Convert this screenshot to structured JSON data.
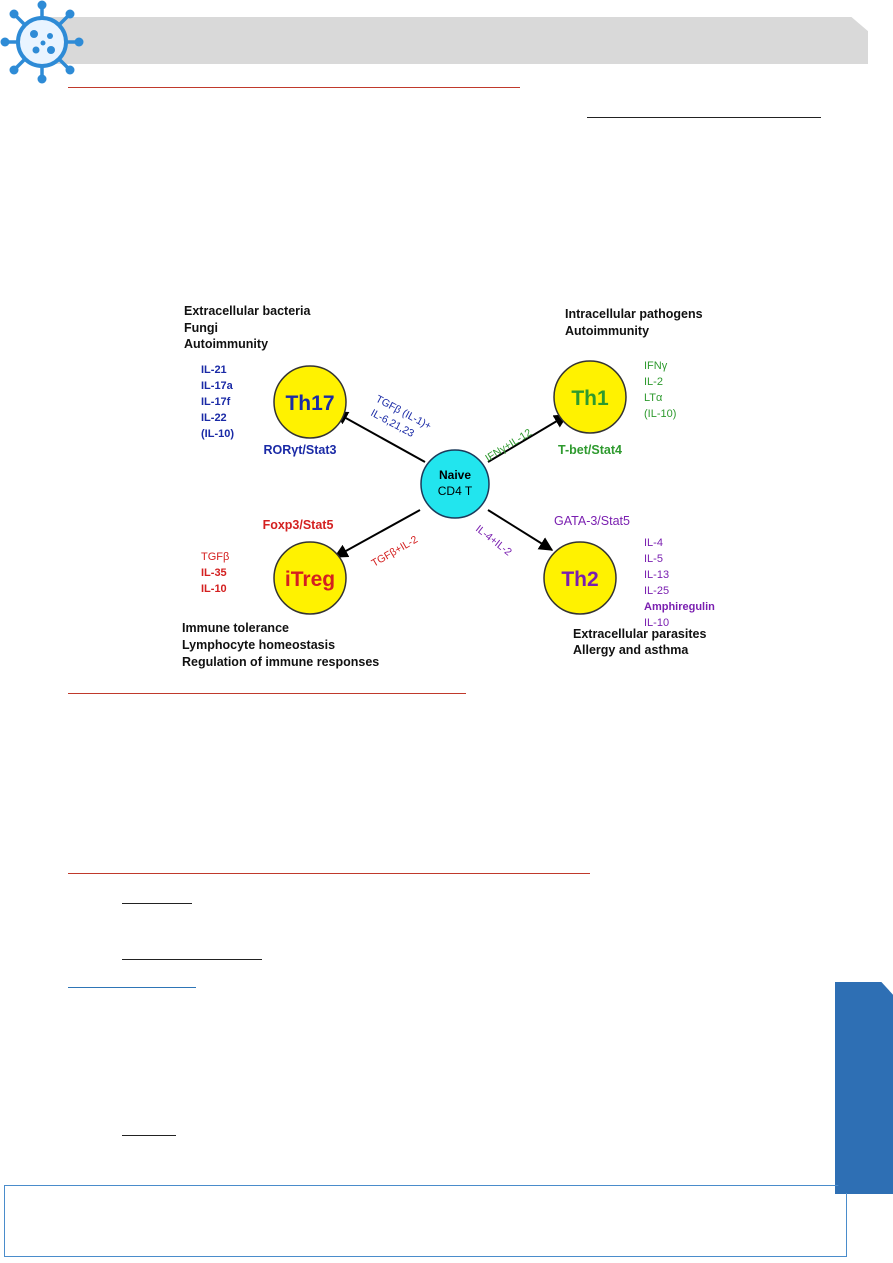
{
  "diagram": {
    "center": {
      "line1": "Naive",
      "line2": "CD4 T",
      "fill": "#22e5ee"
    },
    "cells": [
      {
        "id": "th17",
        "label": "Th17",
        "color": "#1a2aa6",
        "factor": "RORγt/Stat3",
        "roles": [
          "Extracellular bacteria",
          "Fungi",
          "Autoimmunity"
        ],
        "cytokines": [
          "IL-21",
          "IL-17a",
          "IL-17f",
          "IL-22",
          "(IL-10)"
        ],
        "arrow_label_1": "TGFβ (IL-1)+",
        "arrow_label_2": "IL-6,21,23"
      },
      {
        "id": "th1",
        "label": "Th1",
        "color": "#2e9a2e",
        "factor": "T-bet/Stat4",
        "roles": [
          "Intracellular pathogens",
          "Autoimmunity"
        ],
        "cytokines": [
          "IFNγ",
          "IL-2",
          "LTα",
          "(IL-10)"
        ],
        "arrow_label_1": "IFNγ+IL-12"
      },
      {
        "id": "itreg",
        "label": "iTreg",
        "color": "#d42020",
        "factor": "Foxp3/Stat5",
        "roles": [
          "Immune tolerance",
          "Lymphocyte homeostasis",
          "Regulation of immune responses"
        ],
        "cytokines": [
          "TGFβ",
          "IL-35",
          "IL-10"
        ],
        "arrow_label_1": "TGFβ+IL-2"
      },
      {
        "id": "th2",
        "label": "Th2",
        "color": "#7a1fb0",
        "factor": "GATA-3/Stat5",
        "roles": [
          "Extracellular parasites",
          "Allergy and asthma"
        ],
        "cytokines": [
          "IL-4",
          "IL-5",
          "IL-13",
          "IL-25",
          "Amphiregulin",
          "IL-10"
        ],
        "arrow_label_1": "IL-4+IL-2"
      }
    ],
    "cell_fill": "#fff200"
  },
  "colors": {
    "header": "#d9d9d9",
    "accent_blue": "#2e6fb4",
    "rule_red": "#c0392b"
  }
}
